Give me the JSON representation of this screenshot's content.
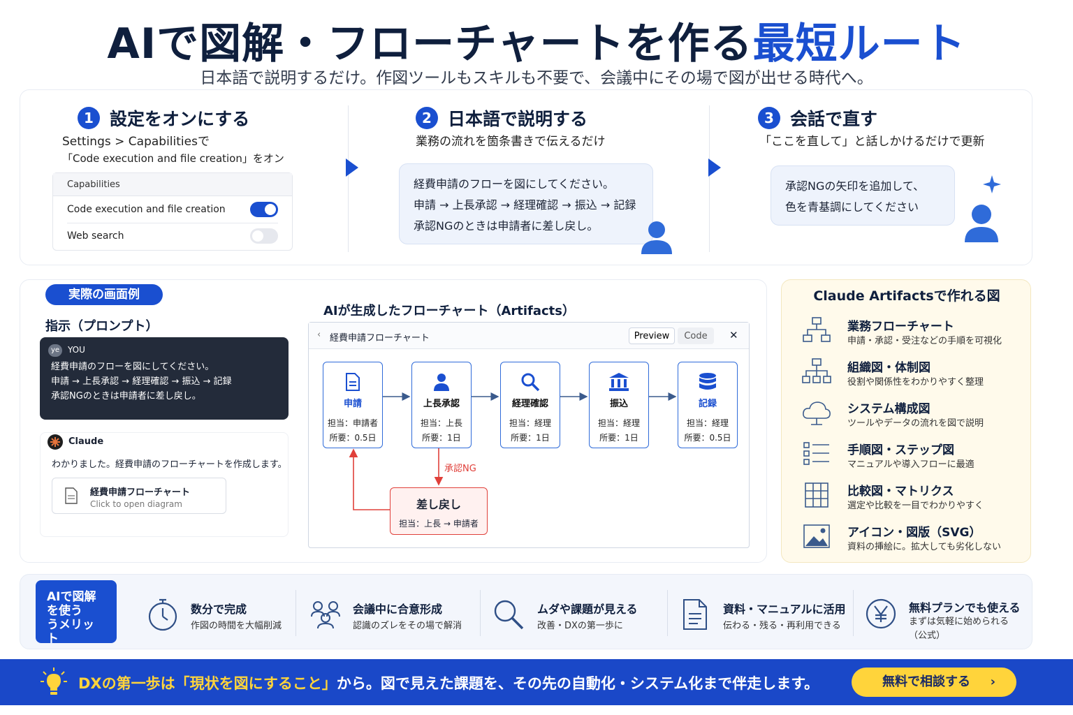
{
  "header": {
    "title_part1": "AIで図解・フローチャートを作る",
    "title_part2": "最短ルート",
    "subtitle": "日本語で説明するだけ。作図ツールもスキルも不要で、会議中にその場で図が出せる時代へ。"
  },
  "steps": [
    {
      "num": "1",
      "title": "設定をオンにする",
      "desc1": "Settings > Capabilitiesで",
      "desc2": "「Code execution and file creation」をオン"
    },
    {
      "num": "2",
      "title": "日本語で説明する",
      "desc": "業務の流れを箇条書きで伝えるだけ"
    },
    {
      "num": "3",
      "title": "会話で直す",
      "desc": "「ここを直して」と話しかけるだけで更新"
    }
  ],
  "capabilities": {
    "header": "Capabilities",
    "code_exec_label": "Code execution and file creation",
    "code_exec_on": true,
    "web_search_label": "Web search",
    "web_search_on": false
  },
  "step2_bubble": [
    "経費申請のフローを図にしてください。",
    "申請 → 上長承認 → 経理確認 → 振込 → 記録",
    "承認NGのときは申請者に差し戻し。"
  ],
  "step3_bubble": [
    "承認NGの矢印を追加して、",
    "色を青基調にしてください"
  ],
  "example": {
    "pill": "実際の画面例",
    "prompt_heading": "指示（プロンプト）",
    "you_avatar": "ye",
    "you_label": "YOU",
    "you_lines": [
      "経費申請のフローを図にしてください。",
      "申請 → 上長承認 → 経理確認 → 振込 → 記録",
      "承認NGのときは申請者に差し戻し。"
    ],
    "claude_label": "Claude",
    "claude_reply": "わかりました。経費申請のフローチャートを作成します。",
    "file_title": "経費申請フローチャート",
    "file_sub": "Click to open diagram",
    "artifact_heading": "AIが生成したフローチャート（Artifacts）"
  },
  "flow_window": {
    "title": "経費申請フローチャート",
    "preview_tab": "Preview",
    "code_tab": "Code",
    "close": "✕",
    "nodes": [
      {
        "icon": "document-icon",
        "name": "申請",
        "owner": "担当：申請者",
        "time": "所要：0.5日"
      },
      {
        "icon": "person-icon",
        "name": "上長承認",
        "owner": "担当：上長",
        "time": "所要：1日"
      },
      {
        "icon": "magnifier-icon",
        "name": "経理確認",
        "owner": "担当：経理",
        "time": "所要：1日"
      },
      {
        "icon": "bank-icon",
        "name": "振込",
        "owner": "担当：経理",
        "time": "所要：1日"
      },
      {
        "icon": "database-icon",
        "name": "記録",
        "owner": "担当：経理",
        "time": "所要：0.5日"
      }
    ],
    "ng_label": "承認NG",
    "return_node": {
      "name": "差し戻し",
      "owner": "担当：上長 → 申請者"
    }
  },
  "side": {
    "title": "Claude Artifactsで作れる図",
    "items": [
      {
        "icon": "org-flow-icon",
        "title": "業務フローチャート",
        "desc": "申請・承認・受注などの手順を可視化"
      },
      {
        "icon": "org-chart-icon",
        "title": "組織図・体制図",
        "desc": "役割や関係性をわかりやすく整理"
      },
      {
        "icon": "cloud-icon",
        "title": "システム構成図",
        "desc": "ツールやデータの流れを図で説明"
      },
      {
        "icon": "list-icon",
        "title": "手順図・ステップ図",
        "desc": "マニュアルや導入フローに最適"
      },
      {
        "icon": "grid-icon",
        "title": "比較図・マトリクス",
        "desc": "選定や比較を一目でわかりやすく"
      },
      {
        "icon": "image-icon",
        "title": "アイコン・図版（SVG）",
        "desc": "資料の挿絵に。拡大しても劣化しない"
      }
    ]
  },
  "benefits": {
    "label": "AIで図解\nを使う\nうメリット",
    "items": [
      {
        "icon": "stopwatch-icon",
        "title": "数分で完成",
        "desc": "作図の時間を大幅削減"
      },
      {
        "icon": "people-icon",
        "title": "会議中に合意形成",
        "desc": "認識のズレをその場で解消"
      },
      {
        "icon": "search-icon",
        "title": "ムダや課題が見える",
        "desc": "改善・DXの第一歩に"
      },
      {
        "icon": "document-icon",
        "title": "資料・マニュアルに活用",
        "desc": "伝わる・残る・再利用できる"
      },
      {
        "icon": "yen-icon",
        "title": "無料プランでも使える",
        "desc": "まずは気軽に始められる\n（公式）"
      }
    ]
  },
  "footer": {
    "msg_a": "DXの第一歩は",
    "msg_b": "「現状を図にすること」",
    "msg_c": "から。図で見えた課題を、その先の自動化・システム化まで伴走します。",
    "cta": "無料で相談する"
  },
  "colors": {
    "brand_blue": "#1a4fd0",
    "footer_blue": "#1a48c8",
    "accent_yellow": "#ffd43b",
    "ng_red": "#e0403a"
  }
}
